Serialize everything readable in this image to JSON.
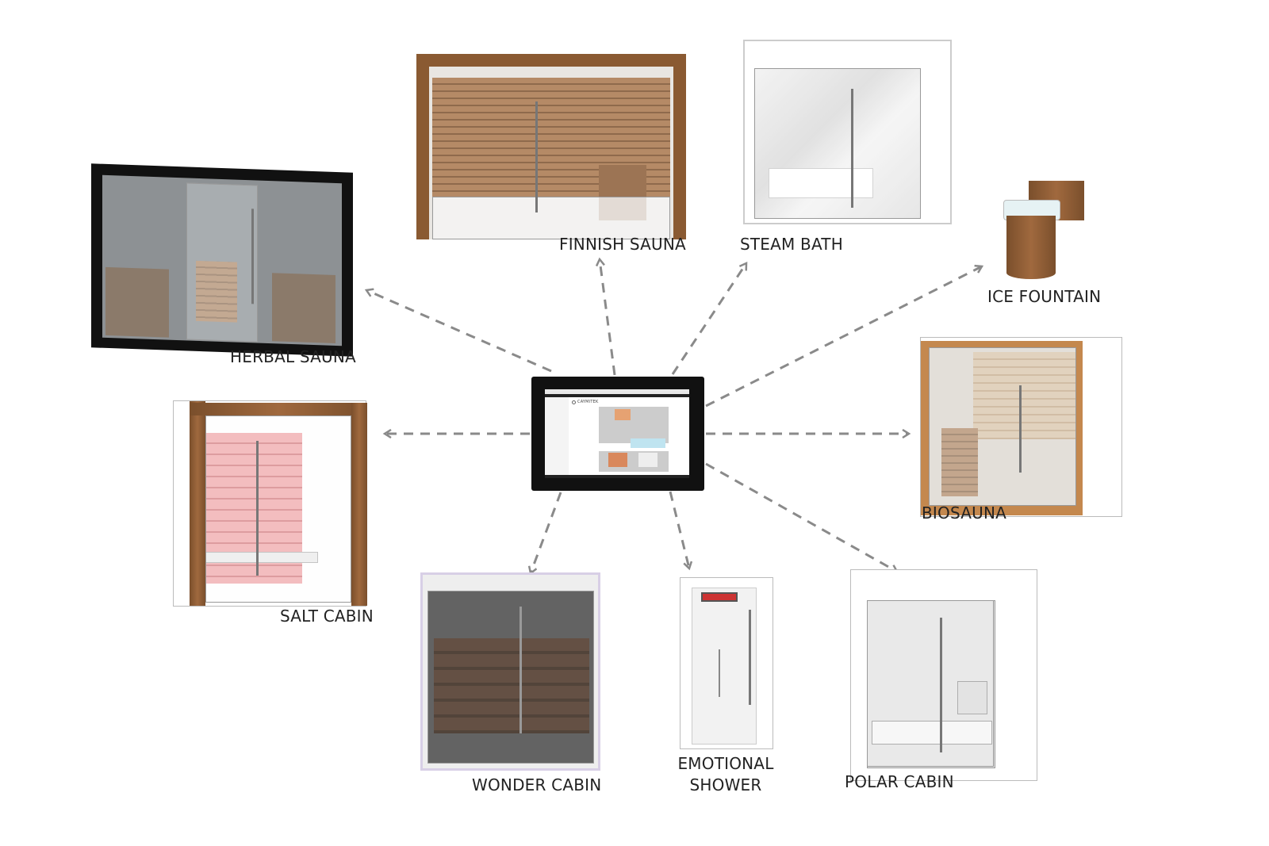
{
  "diagram": {
    "hub": {
      "name": "control-tablet",
      "brand": "CAYMITEK"
    },
    "products": [
      {
        "id": "herbal-sauna",
        "label": "HERBAL SAUNA"
      },
      {
        "id": "finnish-sauna",
        "label": "FINNISH SAUNA"
      },
      {
        "id": "steam-bath",
        "label": "STEAM BATH"
      },
      {
        "id": "ice-fountain",
        "label": "ICE FOUNTAIN"
      },
      {
        "id": "biosauna",
        "label": "BIOSAUNA"
      },
      {
        "id": "salt-cabin",
        "label": "SALT CABIN"
      },
      {
        "id": "wonder-cabin",
        "label": "WONDER CABIN"
      },
      {
        "id": "emotional-shower",
        "label_line1": "EMOTIONAL",
        "label_line2": "SHOWER"
      },
      {
        "id": "polar-cabin",
        "label": "POLAR CABIN"
      }
    ],
    "colors": {
      "arrow": "#8a8a8a",
      "wood": "#8a5a32",
      "tablet": "#111111"
    }
  }
}
